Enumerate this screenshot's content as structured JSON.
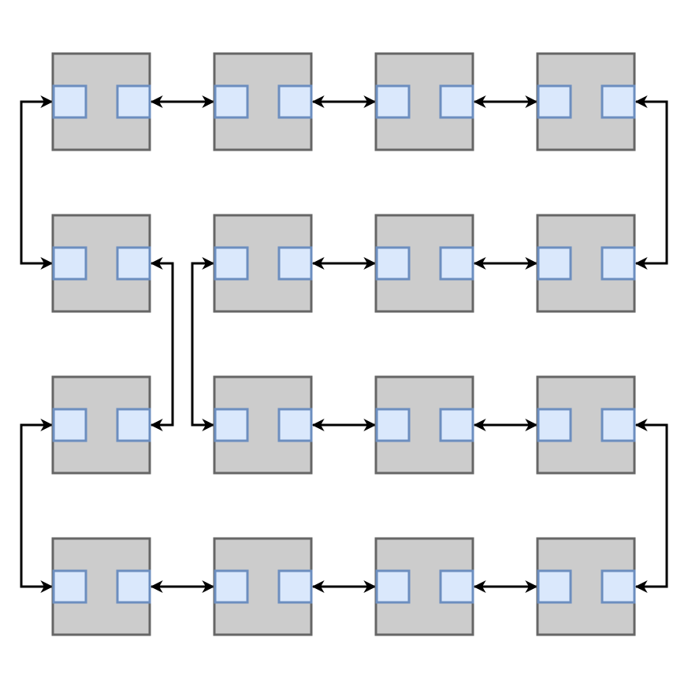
{
  "diagram": {
    "grid": {
      "rows": 4,
      "cols": 4
    },
    "colors": {
      "block_fill": "#cccccc",
      "block_stroke": "#666666",
      "port_fill": "#dae8fc",
      "port_stroke": "#6c8ebf",
      "link_stroke": "#000000",
      "background": "#ffffff"
    },
    "horizontal_links": [
      {
        "row": 0,
        "from_col": 0,
        "to_col": 1
      },
      {
        "row": 0,
        "from_col": 1,
        "to_col": 2
      },
      {
        "row": 0,
        "from_col": 2,
        "to_col": 3
      },
      {
        "row": 1,
        "from_col": 1,
        "to_col": 2
      },
      {
        "row": 1,
        "from_col": 2,
        "to_col": 3
      },
      {
        "row": 2,
        "from_col": 1,
        "to_col": 2
      },
      {
        "row": 2,
        "from_col": 2,
        "to_col": 3
      },
      {
        "row": 3,
        "from_col": 0,
        "to_col": 1
      },
      {
        "row": 3,
        "from_col": 1,
        "to_col": 2
      },
      {
        "row": 3,
        "from_col": 2,
        "to_col": 3
      }
    ],
    "vertical_links": [
      {
        "side": "left",
        "col": 0,
        "from_row": 0,
        "to_row": 1
      },
      {
        "side": "right",
        "col": 3,
        "from_row": 0,
        "to_row": 1
      },
      {
        "side": "left",
        "col": 0,
        "from_row": 2,
        "to_row": 3
      },
      {
        "side": "right",
        "col": 3,
        "from_row": 2,
        "to_row": 3
      },
      {
        "side": "right",
        "col": 0,
        "from_row": 1,
        "to_row": 2
      },
      {
        "side": "left",
        "col": 1,
        "from_row": 1,
        "to_row": 2
      }
    ]
  }
}
